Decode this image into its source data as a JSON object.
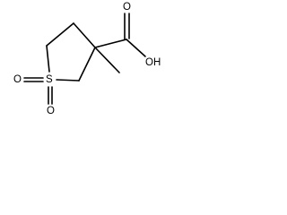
{
  "molecule": {
    "atoms": {
      "carbonyl_oxygen": "O",
      "hydroxyl": "OH",
      "sulfur": "S",
      "sulfonyl_oxygen_left": "O",
      "sulfonyl_oxygen_bottom": "O"
    },
    "colors": {
      "bond": "#000000",
      "label": "#000000",
      "background": "#ffffff"
    }
  }
}
